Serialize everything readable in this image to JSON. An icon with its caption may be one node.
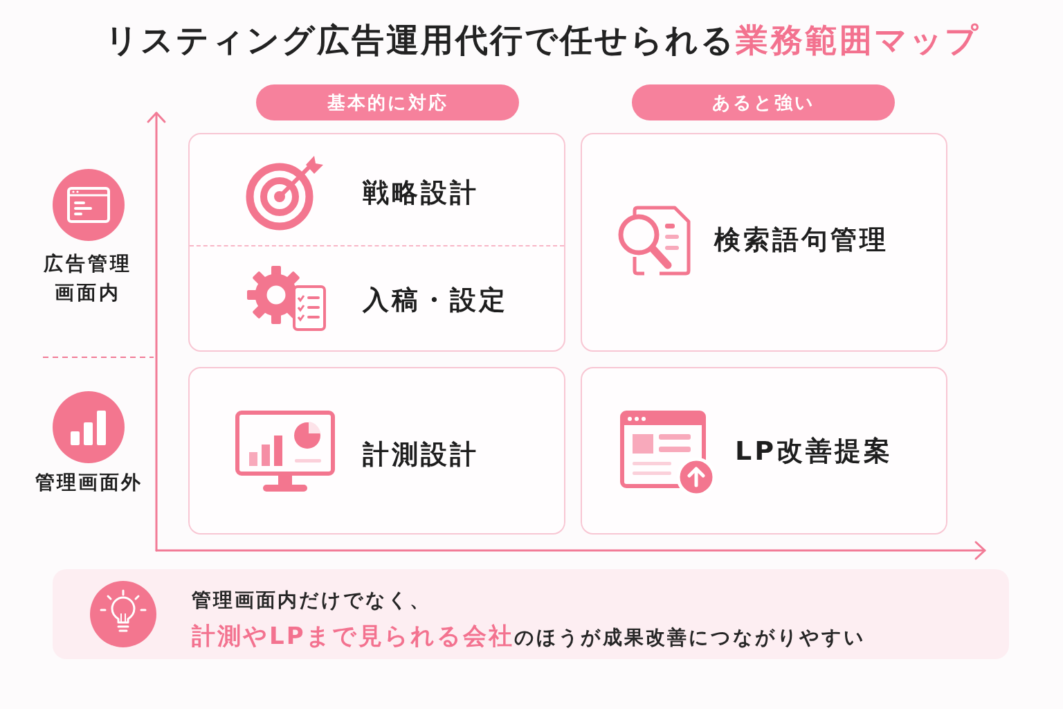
{
  "diagram": {
    "title": "リスティング広告運用代行で任せられる**業務範囲マップ**",
    "nodes": [
      {
        "text": [
          "基本的に対応"
        ]
      },
      {
        "text": [
          "あると強い"
        ]
      },
      {
        "text": [
          "戦略設計",
          "入稿・設定"
        ]
      },
      {
        "text": [
          "検索語句管理"
        ]
      },
      {
        "text": [
          "計測設計"
        ]
      },
      {
        "text": [
          "LP改善提案"
        ]
      },
      {
        "text": [
          "管理画面内だけでなく、",
          "**計測やLPまで見られる会社**のほうが成果改善につながりやすい"
        ]
      }
    ],
    "labels": [
      "広告管理画面内",
      "管理画面外"
    ]
  }
}
